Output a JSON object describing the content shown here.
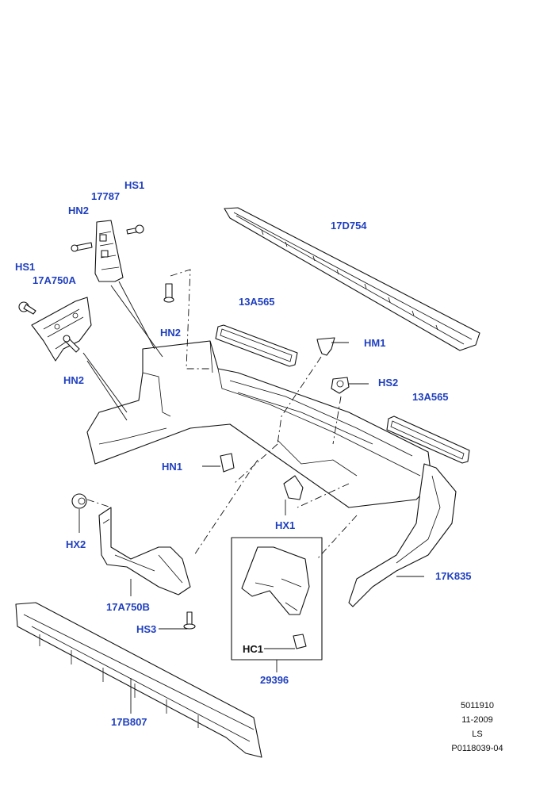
{
  "labels": {
    "hs1_top": "HS1",
    "p17787": "17787",
    "hn2_top": "HN2",
    "hs1_left": "HS1",
    "p17a750a": "17A750A",
    "hn2_left": "HN2",
    "hn2_mid": "HN2",
    "p17d754": "17D754",
    "p13a565_left": "13A565",
    "hm1": "HM1",
    "hs2": "HS2",
    "p13a565_right": "13A565",
    "hn1": "HN1",
    "hx1": "HX1",
    "hx2": "HX2",
    "p17k835": "17K835",
    "p17a750b": "17A750B",
    "hs3": "HS3",
    "hc1": "HC1",
    "p29396": "29396",
    "p17b807": "17B807"
  },
  "meta": {
    "line1": "5011910",
    "line2": "11-2009",
    "line3": "LS",
    "line4": "P0118039-04"
  },
  "colors": {
    "label": "#1f3fbf",
    "line": "#111111"
  }
}
